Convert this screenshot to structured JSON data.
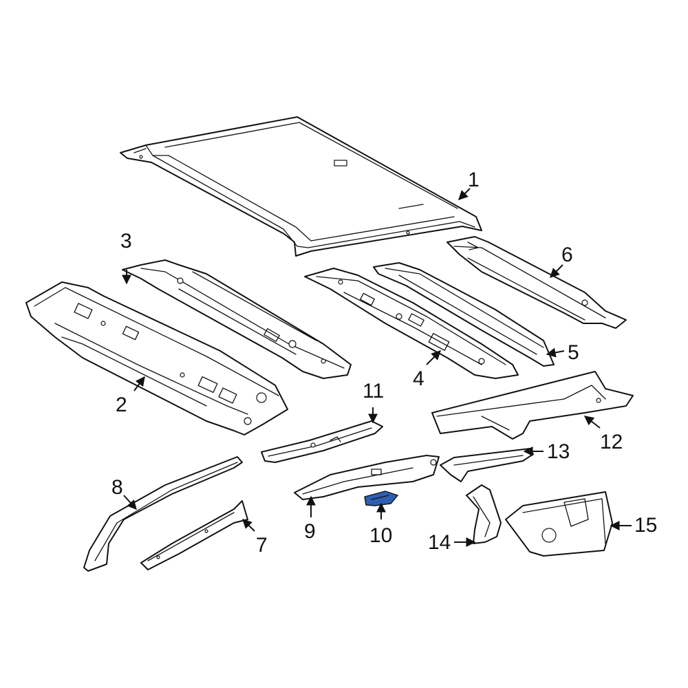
{
  "diagram": {
    "highlight_color": "#2f5fb3",
    "outline_color": "#111111",
    "callouts": [
      {
        "id": "1",
        "label": "1"
      },
      {
        "id": "2",
        "label": "2"
      },
      {
        "id": "3",
        "label": "3"
      },
      {
        "id": "4",
        "label": "4"
      },
      {
        "id": "5",
        "label": "5"
      },
      {
        "id": "6",
        "label": "6"
      },
      {
        "id": "7",
        "label": "7"
      },
      {
        "id": "8",
        "label": "8"
      },
      {
        "id": "9",
        "label": "9"
      },
      {
        "id": "10",
        "label": "10"
      },
      {
        "id": "11",
        "label": "11"
      },
      {
        "id": "12",
        "label": "12"
      },
      {
        "id": "13",
        "label": "13"
      },
      {
        "id": "14",
        "label": "14"
      },
      {
        "id": "15",
        "label": "15"
      }
    ],
    "highlighted_part": "10"
  }
}
